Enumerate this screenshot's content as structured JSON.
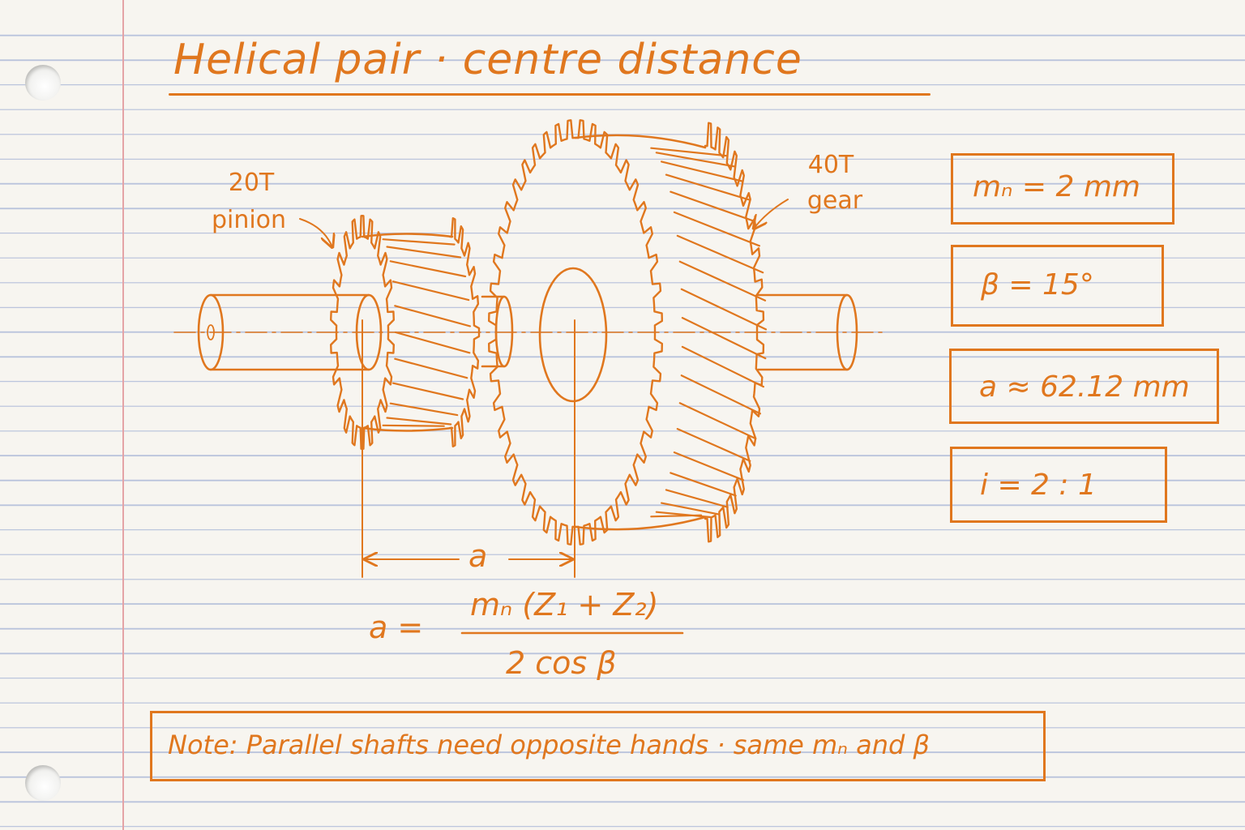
{
  "title": "Helical pair · centre distance",
  "labels": {
    "pinion_teeth": "20T",
    "pinion_name": "pinion",
    "gear_teeth": "40T",
    "gear_name": "gear",
    "dimension": "a"
  },
  "formula": {
    "lhs": "a =",
    "numerator": "mₙ (Z₁ + Z₂)",
    "denominator": "2 cos β"
  },
  "parameters": [
    "mₙ = 2 mm",
    "β = 15°",
    "a ≈ 62.12 mm",
    "i = 2 : 1"
  ],
  "note": "Note:  Parallel shafts need opposite hands · same mₙ and β",
  "colors": {
    "ink": "#e0771e",
    "paper": "#f7f5f0",
    "rule_line": "#b9c3dc",
    "margin_line": "#e4a3a6"
  }
}
